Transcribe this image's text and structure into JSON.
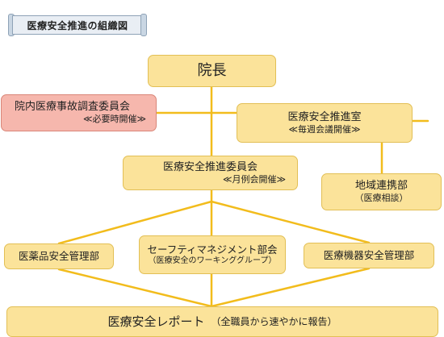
{
  "title": "医療安全推進の組織図",
  "colors": {
    "box_fill": "#fbe39a",
    "box_border": "#e2bf55",
    "highlight_fill": "#f6b7ad",
    "line": "#f2bc1c"
  },
  "nodes": {
    "director": {
      "label": "院長"
    },
    "investigation_committee": {
      "label": "院内医療事故調査委員会",
      "note": "≪必要時開催≫"
    },
    "safety_office": {
      "label": "医療安全推進室",
      "note": "≪毎週会議開催≫"
    },
    "safety_committee": {
      "label": "医療安全推進委員会",
      "note": "≪月例会開催≫"
    },
    "regional_liaison": {
      "label": "地域連携部",
      "note": "（医療相談）"
    },
    "pharmaceutical": {
      "label": "医薬品安全管理部"
    },
    "safety_management": {
      "label": "セーフティマネジメント部会",
      "note": "（医療安全のワーキンググループ）"
    },
    "equipment": {
      "label": "医療機器安全管理部"
    },
    "report": {
      "label": "医療安全レポート",
      "note": "（全職員から速やかに報告）"
    }
  }
}
